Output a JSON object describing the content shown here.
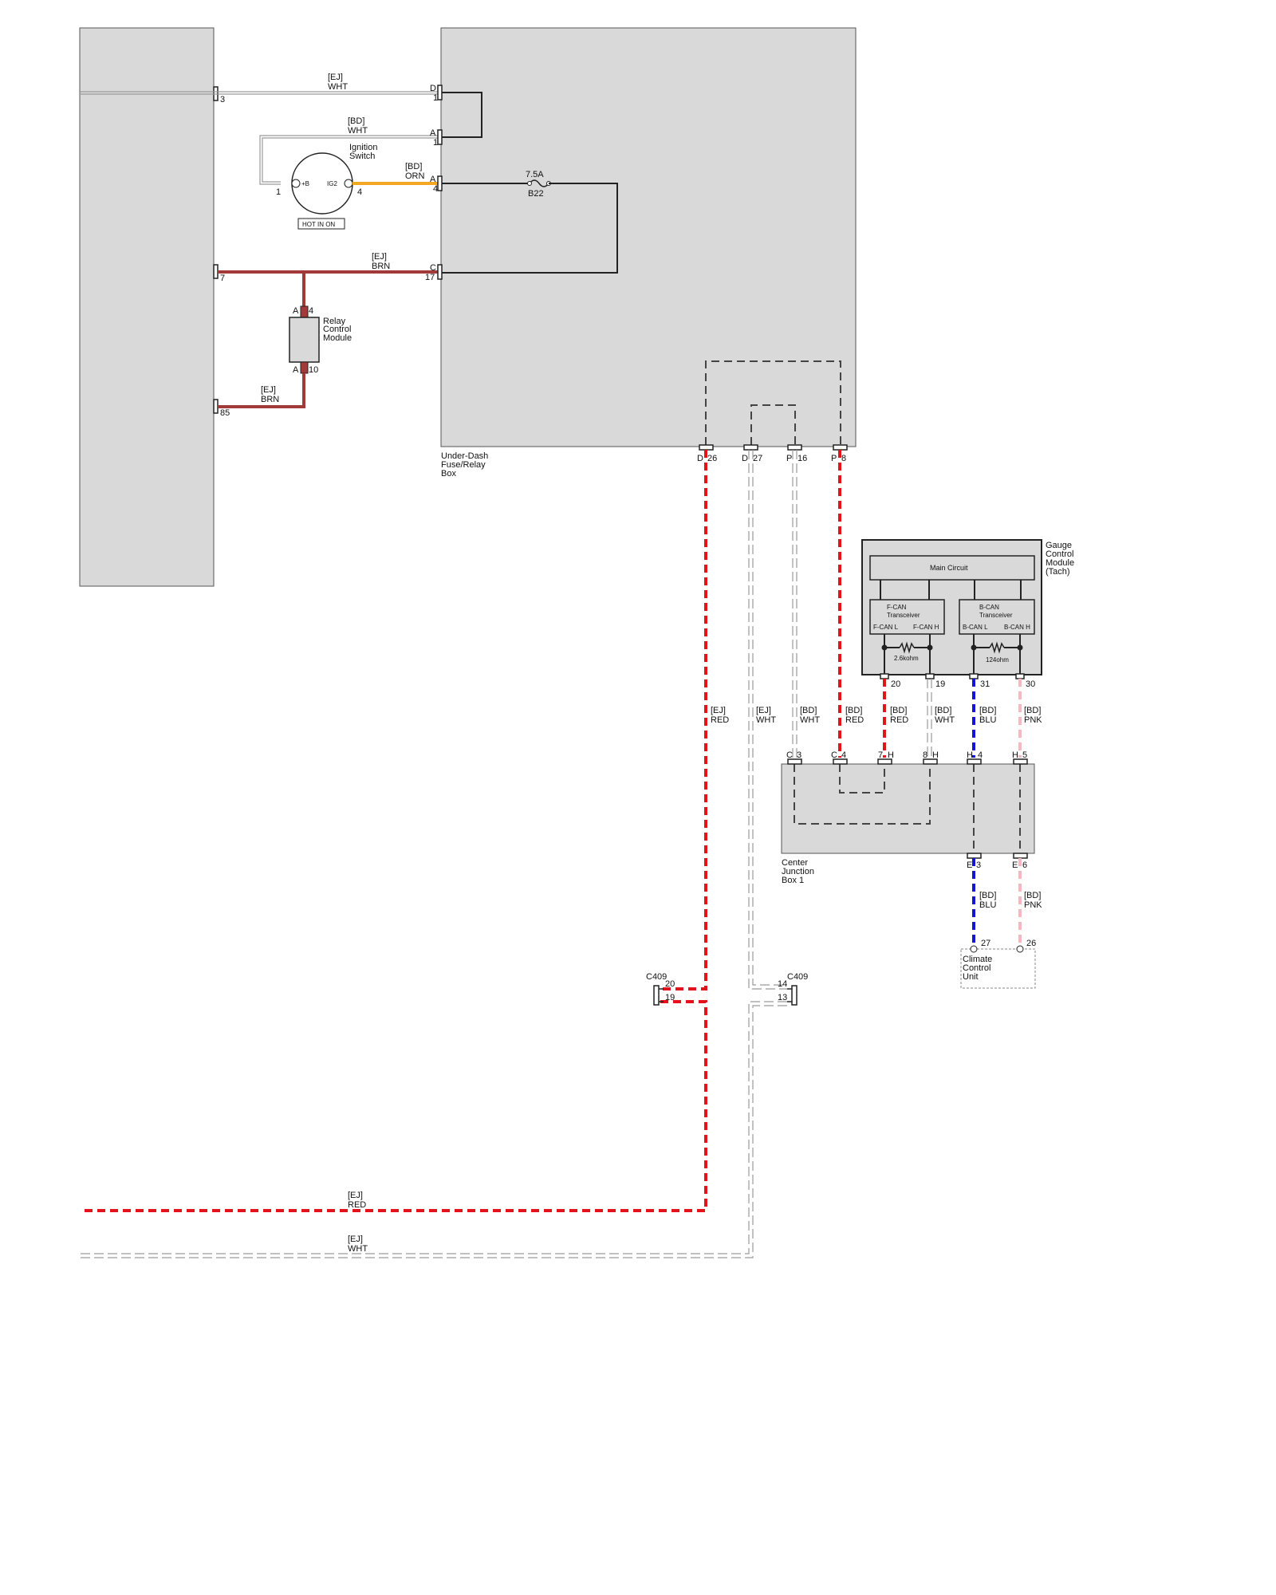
{
  "components": {
    "underdash_box": {
      "label_lines": [
        "Under-Dash",
        "Fuse/Relay",
        "Box"
      ]
    },
    "ignition_switch": {
      "label_lines": [
        "Ignition",
        "Switch"
      ],
      "terminal_b": "+B",
      "terminal_ig2": "IG2",
      "pin_b": "1",
      "pin_ig2": "4",
      "tag": "HOT IN ON"
    },
    "relay_module": {
      "label_lines": [
        "Relay",
        "Control",
        "Module"
      ],
      "pin_top": "A",
      "pin_top_num": "4",
      "pin_bot": "A",
      "pin_bot_num": "10"
    },
    "fuse": {
      "rating": "7.5A",
      "name": "B22"
    },
    "gauge_module": {
      "label_lines": [
        "Gauge",
        "Control",
        "Module",
        "(Tach)"
      ],
      "main_circuit": "Main Circuit",
      "fcan_lines": [
        "F-CAN",
        "Transceiver"
      ],
      "bcan_lines": [
        "B-CAN",
        "Transceiver"
      ],
      "fcan_l": "F-CAN L",
      "fcan_h": "F-CAN H",
      "bcan_l": "B-CAN L",
      "bcan_h": "B-CAN H",
      "fcan_res": "2.6kohm",
      "bcan_res": "124ohm",
      "pins": [
        "20",
        "19",
        "31",
        "30"
      ]
    },
    "junction_box": {
      "label_lines": [
        "Center",
        "Junction",
        "Box 1"
      ]
    },
    "climate_unit": {
      "label_lines": [
        "Climate",
        "Control",
        "Unit"
      ],
      "pins": [
        "27",
        "26"
      ]
    },
    "c409": {
      "label": "C409",
      "left_pins": [
        "20",
        "19"
      ],
      "right_pins": [
        "14",
        "13"
      ]
    }
  },
  "left_pins": [
    "3",
    "7",
    "85"
  ],
  "box_pins": {
    "d1": {
      "letter": "D",
      "num": "1"
    },
    "a1": {
      "letter": "A",
      "num": "1"
    },
    "a4": {
      "letter": "A",
      "num": "4"
    },
    "c17": {
      "letter": "C",
      "num": "17"
    },
    "d26": {
      "letter": "D",
      "num": "26"
    },
    "d27": {
      "letter": "D",
      "num": "27"
    },
    "p16": {
      "letter": "P",
      "num": "16"
    },
    "p8": {
      "letter": "P",
      "num": "8"
    }
  },
  "cjb_pins": {
    "c3": {
      "letter": "C",
      "num": "3"
    },
    "c4": {
      "letter": "C",
      "num": "4"
    },
    "h7": {
      "letter": "H",
      "num": "7"
    },
    "h8": {
      "letter": "H",
      "num": "8"
    },
    "h4": {
      "letter": "H",
      "num": "4"
    },
    "h5": {
      "letter": "H",
      "num": "5"
    },
    "e3": {
      "letter": "E",
      "num": "3"
    },
    "e6": {
      "letter": "E",
      "num": "6"
    }
  },
  "wire_labels": [
    {
      "id": "ej_wht_top",
      "harness": "[EJ]",
      "color": "WHT"
    },
    {
      "id": "bd_wht_top",
      "harness": "[BD]",
      "color": "WHT"
    },
    {
      "id": "bd_orn",
      "harness": "[BD]",
      "color": "ORN"
    },
    {
      "id": "ej_brn_top",
      "harness": "[EJ]",
      "color": "BRN"
    },
    {
      "id": "ej_brn_85",
      "harness": "[EJ]",
      "color": "BRN"
    },
    {
      "id": "ej_red_mid",
      "harness": "[EJ]",
      "color": "RED"
    },
    {
      "id": "ej_wht_mid",
      "harness": "[EJ]",
      "color": "WHT"
    },
    {
      "id": "bd_wht_mid",
      "harness": "[BD]",
      "color": "WHT"
    },
    {
      "id": "bd_red_mid",
      "harness": "[BD]",
      "color": "RED"
    },
    {
      "id": "bd_red_gcm",
      "harness": "[BD]",
      "color": "RED"
    },
    {
      "id": "bd_wht_gcm",
      "harness": "[BD]",
      "color": "WHT"
    },
    {
      "id": "bd_blu_gcm",
      "harness": "[BD]",
      "color": "BLU"
    },
    {
      "id": "bd_pnk_gcm",
      "harness": "[BD]",
      "color": "PNK"
    },
    {
      "id": "bd_blu_ccu",
      "harness": "[BD]",
      "color": "BLU"
    },
    {
      "id": "bd_pnk_ccu",
      "harness": "[BD]",
      "color": "PNK"
    },
    {
      "id": "ej_red_bot",
      "harness": "[EJ]",
      "color": "RED"
    },
    {
      "id": "ej_wht_bot",
      "harness": "[EJ]",
      "color": "WHT"
    }
  ],
  "colors": {
    "brown": "#a33a3a",
    "orange": "#f5a623",
    "red": "#e0141a",
    "blue": "#1414d4",
    "pink": "#f5b8c0",
    "white_wire": "#9a9a9a",
    "box_fill": "#d9d9d9"
  }
}
